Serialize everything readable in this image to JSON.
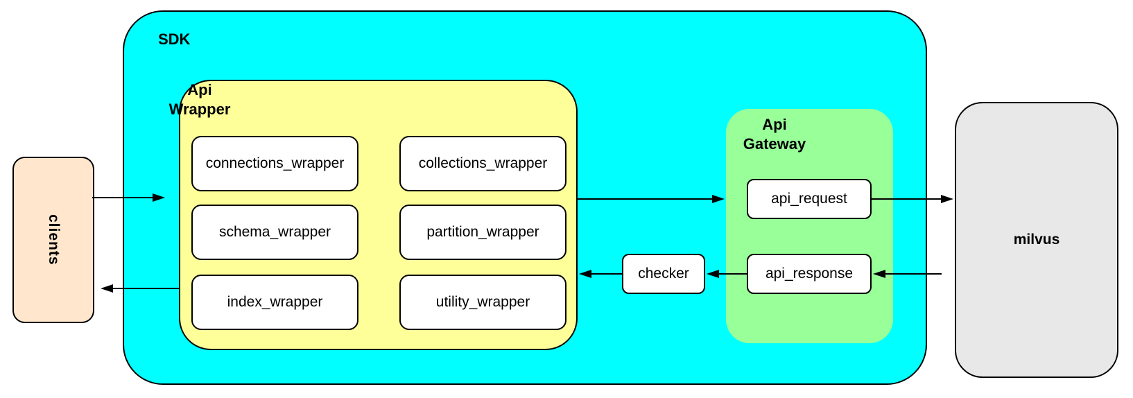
{
  "diagram": {
    "clients_label": "clients",
    "sdk_label": "SDK",
    "api_wrapper": {
      "label": [
        "Api",
        "Wrapper"
      ],
      "modules": [
        "connections_wrapper",
        "collections_wrapper",
        "schema_wrapper",
        "partition_wrapper",
        "index_wrapper",
        "utility_wrapper"
      ]
    },
    "checker_label": "checker",
    "api_gateway": {
      "label": [
        "Api",
        "Gateway"
      ],
      "request_label": "api_request",
      "response_label": "api_response"
    },
    "milvus_label": "milvus",
    "edges": [
      {
        "from": "clients",
        "to": "SDK",
        "direction": "right"
      },
      {
        "from": "SDK",
        "to": "clients",
        "direction": "left"
      },
      {
        "from": "Api Wrapper",
        "to": "Api Gateway",
        "direction": "right"
      },
      {
        "from": "api_request",
        "to": "milvus",
        "direction": "right"
      },
      {
        "from": "milvus",
        "to": "api_response",
        "direction": "left"
      },
      {
        "from": "api_response",
        "to": "checker",
        "direction": "left"
      },
      {
        "from": "checker",
        "to": "Api Wrapper",
        "direction": "left"
      }
    ],
    "colors": {
      "sdk_fill": "#00FFFF",
      "api_wrapper_fill": "#FFFF99",
      "api_gateway_fill": "#99FF99",
      "clients_fill": "#FFE6CC",
      "milvus_fill": "#E8E8E8",
      "node_fill": "#FFFFFF",
      "stroke": "#000000"
    }
  }
}
